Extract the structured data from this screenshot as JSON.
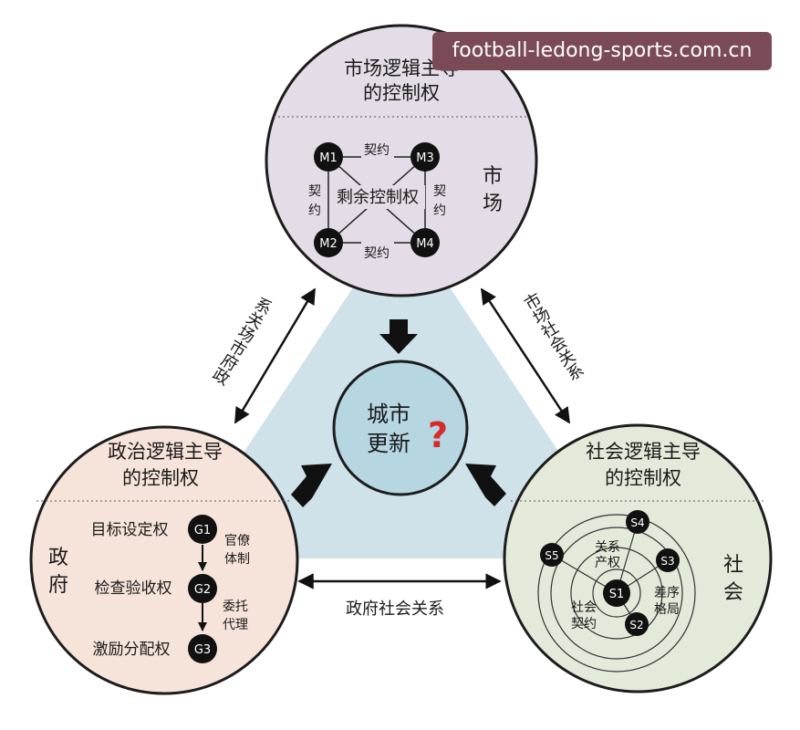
{
  "market": {
    "title_line1": "市场逻辑主导",
    "title_line2": "的控制权",
    "side_char1": "市",
    "side_char2": "场",
    "nodes": [
      "M1",
      "M3",
      "M2",
      "M4"
    ],
    "contract_top": "契约",
    "contract_bottom": "契约",
    "contract_left_1": "契",
    "contract_left_2": "约",
    "contract_right_1": "契",
    "contract_right_2": "约",
    "center_label": "剩余控制权"
  },
  "government": {
    "title_line1": "政治逻辑主导",
    "title_line2": "的控制权",
    "side_char1": "政",
    "side_char2": "府",
    "rights": [
      "目标设定权",
      "检查验收权",
      "激励分配权"
    ],
    "nodes": [
      "G1",
      "G2",
      "G3"
    ],
    "note1_line1": "官僚",
    "note1_line2": "体制",
    "note2_line1": "委托",
    "note2_line2": "代理"
  },
  "society": {
    "title_line1": "社会逻辑主导",
    "title_line2": "的控制权",
    "side_char1": "社",
    "side_char2": "会",
    "nodes": [
      "S4",
      "S5",
      "S3",
      "S1",
      "S2"
    ],
    "rel_property_line1": "关系",
    "rel_property_line2": "产权",
    "diff_order_line1": "差序",
    "diff_order_line2": "格局",
    "social_contract_line1": "社会",
    "social_contract_line2": "契约"
  },
  "center": {
    "line1": "城市",
    "line2": "更新",
    "mark": "?"
  },
  "relations": {
    "gov_market": [
      "政",
      "府",
      "市",
      "场",
      "关",
      "系"
    ],
    "market_society": [
      "市",
      "场",
      "社",
      "会",
      "关",
      "系"
    ],
    "gov_society": "政府社会关系"
  },
  "watermark": "football-ledong-sports.com.cn",
  "colors": {
    "market_fill": "#e4dce6",
    "government_fill": "#f6e4da",
    "society_fill": "#e3ead9",
    "triangle_fill": "#cfe2ea",
    "center_fill": "#b6d6e2",
    "question_mark": "#d62a2a",
    "node_fill": "#111111"
  }
}
